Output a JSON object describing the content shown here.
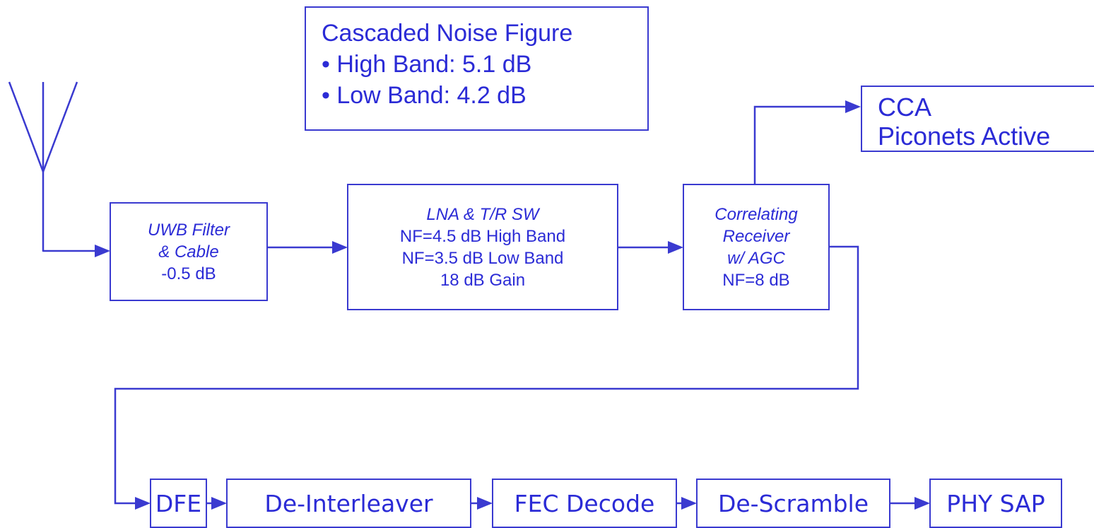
{
  "colors": {
    "line": "#3a3ad0",
    "text": "#2b2bd6",
    "background": "#ffffff"
  },
  "noise_figure": {
    "title": "Cascaded Noise Figure",
    "items": [
      "• High Band: 5.1 dB",
      "• Low Band: 4.2 dB"
    ]
  },
  "cca": {
    "line1": "CCA",
    "line2": "Piconets Active"
  },
  "filter": {
    "line1": "UWB Filter",
    "line2": "& Cable",
    "line3": "-0.5 dB"
  },
  "lna": {
    "line1": "LNA & T/R SW",
    "line2": "NF=4.5 dB High Band",
    "line3": "NF=3.5 dB Low Band",
    "line4": "18 dB Gain"
  },
  "receiver": {
    "line1": "Correlating",
    "line2": "Receiver",
    "line3": "w/ AGC",
    "line4": "NF=8 dB"
  },
  "chain": {
    "dfe": "DFE",
    "deinterleaver": "De-Interleaver",
    "fec": "FEC Decode",
    "descramble": "De-Scramble",
    "phy_sap": "PHY SAP"
  },
  "icons": {
    "antenna": "antenna-icon"
  }
}
